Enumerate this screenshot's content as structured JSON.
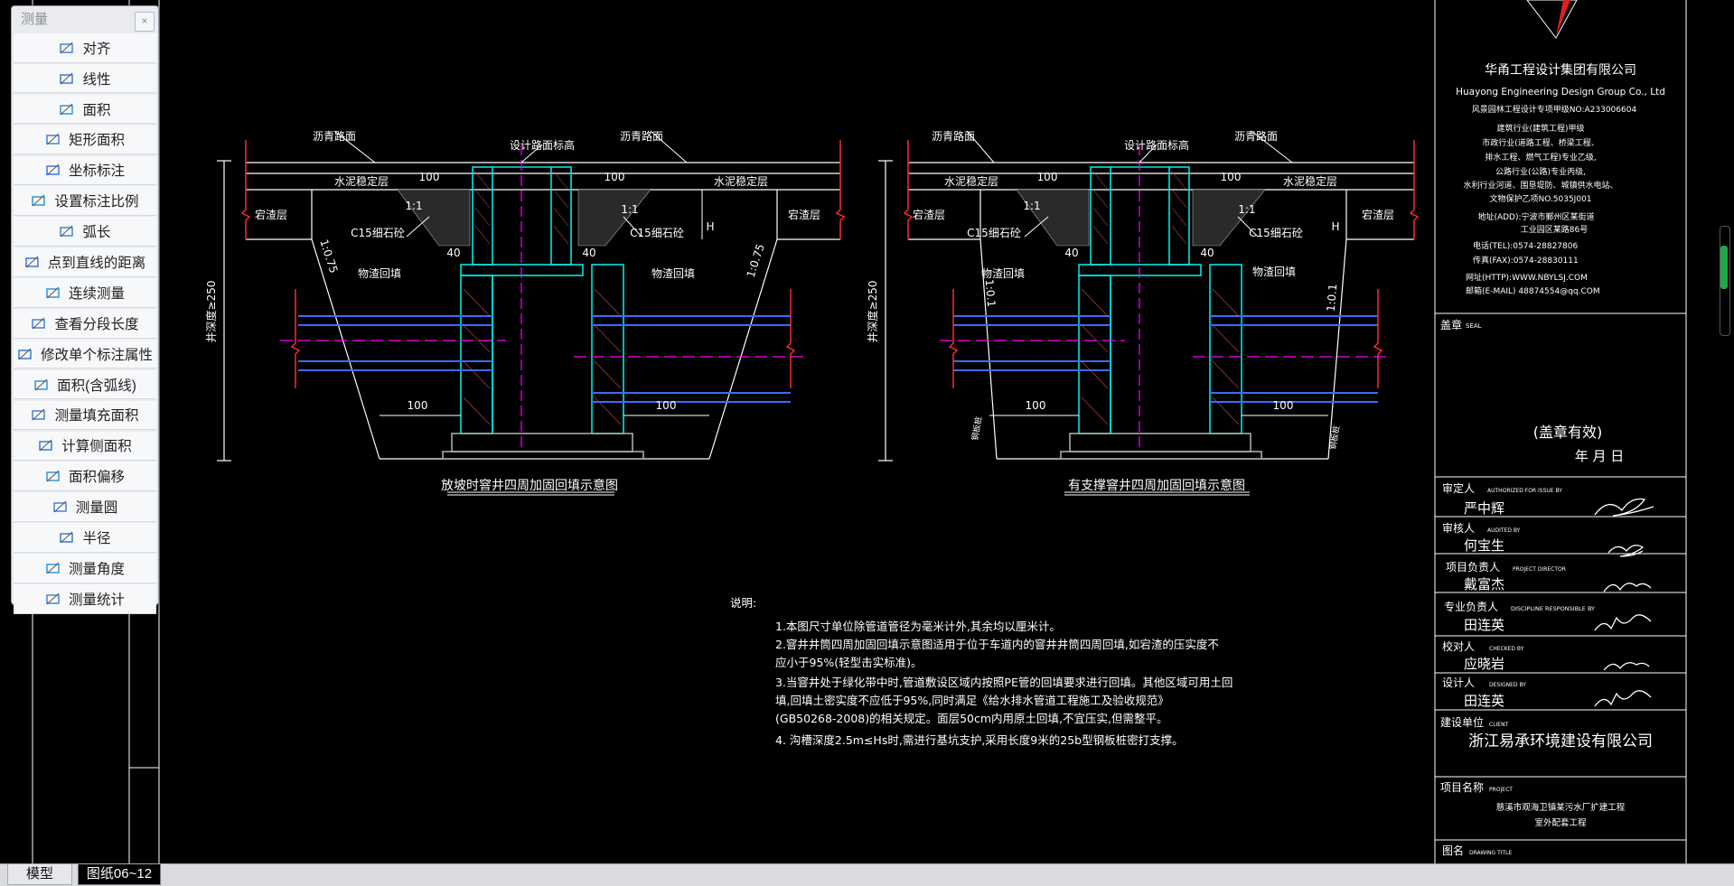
{
  "panel": {
    "title": "测量",
    "close": "×",
    "items": [
      {
        "label": "对齐",
        "icon": "align-measure-icon"
      },
      {
        "label": "线性",
        "icon": "linear-measure-icon"
      },
      {
        "label": "面积",
        "icon": "area-icon"
      },
      {
        "label": "矩形面积",
        "icon": "rect-area-icon"
      },
      {
        "label": "坐标标注",
        "icon": "coordinate-icon"
      },
      {
        "label": "设置标注比例",
        "icon": "scale-icon"
      },
      {
        "label": "弧长",
        "icon": "arc-length-icon"
      },
      {
        "label": "点到直线的距离",
        "icon": "point-line-icon"
      },
      {
        "label": "连续测量",
        "icon": "continuous-icon"
      },
      {
        "label": "查看分段长度",
        "icon": "segment-icon"
      },
      {
        "label": "修改单个标注属性",
        "icon": "edit-dim-icon"
      },
      {
        "label": "面积(含弧线)",
        "icon": "arc-area-icon"
      },
      {
        "label": "测量填充面积",
        "icon": "hatch-area-icon"
      },
      {
        "label": "计算侧面积",
        "icon": "side-area-icon"
      },
      {
        "label": "面积偏移",
        "icon": "area-offset-icon"
      },
      {
        "label": "测量圆",
        "icon": "circle-icon"
      },
      {
        "label": "半径",
        "icon": "radius-icon"
      },
      {
        "label": "测量角度",
        "icon": "angle-icon"
      },
      {
        "label": "测量统计",
        "icon": "stats-icon"
      }
    ]
  },
  "tabs": {
    "model": "模型",
    "sheet": "图纸06~12"
  },
  "drawing": {
    "left": {
      "road_left": "沥青路面",
      "road_right": "沥青路面",
      "center": "设计路面标高",
      "base_left": "水泥稳定层",
      "base_right": "水泥稳定层",
      "side_left": "宕渣层",
      "side_right": "宕渣层",
      "concrete_left": "C15细石砼",
      "concrete_right": "C15细石砼",
      "fill_left": "物渣回填",
      "fill_right": "物渣回填",
      "slope_left": "1:0.75",
      "slope_right": "1:0.75",
      "dim_100a": "100",
      "dim_100b": "100",
      "dim_40a": "40",
      "dim_40b": "40",
      "dim_bot_a": "100",
      "dim_bot_b": "100",
      "dim_H": "H",
      "dim_11a": "1:1",
      "dim_11b": "1:1",
      "depth": "井深度≥250",
      "title": "放坡时窨井四周加固回填示意图"
    },
    "right": {
      "road_left": "沥青路面",
      "road_right": "沥青路面",
      "center": "设计路面标高",
      "base_left": "水泥稳定层",
      "base_right": "水泥稳定层",
      "side_left": "宕渣层",
      "side_right": "宕渣层",
      "concrete_left": "C15细石砼",
      "concrete_right": "C15细石砼",
      "fill_left": "物渣回填",
      "fill_right": "物渣回填",
      "slope_left": "1:0.1",
      "slope_right": "1:0.1",
      "dim_100a": "100",
      "dim_100b": "100",
      "dim_40a": "40",
      "dim_40b": "40",
      "dim_bot_a": "100",
      "dim_bot_b": "100",
      "dim_H": "H",
      "dim_11a": "1:1",
      "dim_11b": "1:1",
      "depth": "井深度≥250",
      "sheet_left": "钢板桩",
      "sheet_right": "钢板桩",
      "title": "有支撑窨井四周加固回填示意图"
    },
    "notes": {
      "heading": "说明:",
      "lines": [
        "1.本图尺寸单位除管道管径为毫米计外,其余均以厘米计。",
        "2.窨井井筒四周加固回填示意图适用于位于车道内的窨井井筒四周回填,如宕渣的压实度不",
        "  应小于95%(轻型击实标准)。",
        "3.当窨井处于绿化带中时,管道敷设区域内按照PE管的回填要求进行回填。其他区域可用土回",
        "  填,回填土密实度不应低于95%,同时满足《给水排水管道工程施工及验收规范》",
        "  (GB50268-2008)的相关规定。面层50cm内用原土回填,不宜压实,但需整平。",
        "4. 沟槽深度2.5m≤Hs时,需进行基坑支护,采用长度9米的25b型钢板桩密打支撑。"
      ]
    }
  },
  "titleblock": {
    "company": "华甬工程设计集团有限公司",
    "company_en": "Huayong Engineering Design Group Co., Ltd",
    "cert": "风景园林工程设计专项甲级NO:A233006604",
    "qual": [
      "建筑行业(建筑工程)甲级",
      "市政行业(道路工程、桥梁工程、",
      "排水工程、燃气工程)专业乙级,",
      "公路行业(公路)专业丙级,",
      "水利行业河道、围垦堤防、城镇供水电站、",
      "文物保护乙项NO.5035J001"
    ],
    "addr": "地址(ADD):宁波市鄞州区某街道",
    "addr2": "工业园区某路86号",
    "tel": "电话(TEL):0574-28827806",
    "fax": "传真(FAX):0574-28830111",
    "web": "网址(HTTP):WWW.NBYLSJ.COM",
    "mail": "邮箱(E-MAIL) 48874554@qq.COM",
    "seal_label": "盖章",
    "seal_en": "SEAL",
    "seal_valid": "(盖章有效)",
    "date": "年    月    日",
    "rows": [
      {
        "label": "审定人",
        "en": "AUTHORIZED FOR ISSUE BY",
        "name": "严中辉"
      },
      {
        "label": "审核人",
        "en": "AUDITED BY",
        "name": "何宝生"
      },
      {
        "label": "项目负责人",
        "en": "PROJECT DIRECTOR",
        "name": "戴富杰"
      },
      {
        "label": "专业负责人",
        "en": "DISCIPLINE RESPONSIBLE BY",
        "name": "田连英"
      },
      {
        "label": "校对人",
        "en": "CHECKED BY",
        "name": "应晓岩"
      },
      {
        "label": "设计人",
        "en": "DESIGNED BY",
        "name": "田连英"
      }
    ],
    "client_label": "建设单位",
    "client_en": "CLIENT",
    "client": "浙江易承环境建设有限公司",
    "project_label": "项目名称",
    "project_en": "PROJECT",
    "project": "慈溪市观海卫镇某污水厂扩建工程",
    "project2": "室外配套工程",
    "drawing_title_label": "图名",
    "drawing_title_en": "DRAWING TITLE"
  }
}
